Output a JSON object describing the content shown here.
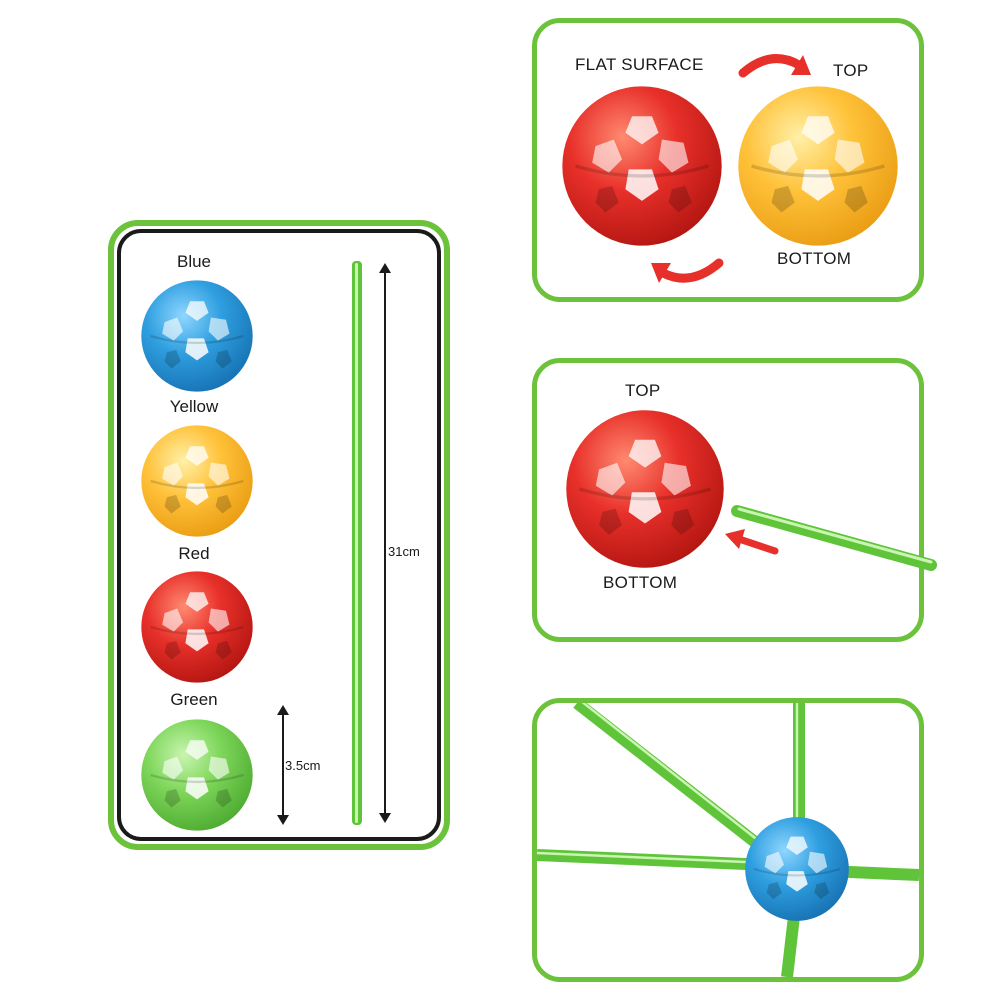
{
  "parts_panel": {
    "balls": [
      {
        "label": "Blue",
        "color": "#2f9fe0"
      },
      {
        "label": "Yellow",
        "color": "#ffc23a"
      },
      {
        "label": "Red",
        "color": "#e8302a"
      },
      {
        "label": "Green",
        "color": "#7ed65a"
      }
    ],
    "stick_length_label": "31cm",
    "ball_size_label": "3.5cm"
  },
  "rotate_panel": {
    "flat_surface_label": "FLAT SURFACE",
    "top_label": "TOP",
    "bottom_label": "BOTTOM"
  },
  "insert_panel": {
    "top_label": "TOP",
    "bottom_label": "BOTTOM"
  },
  "colors": {
    "panel_border": "#6cc23a",
    "stick": "#5fc43a",
    "arrow": "#e8302a"
  }
}
